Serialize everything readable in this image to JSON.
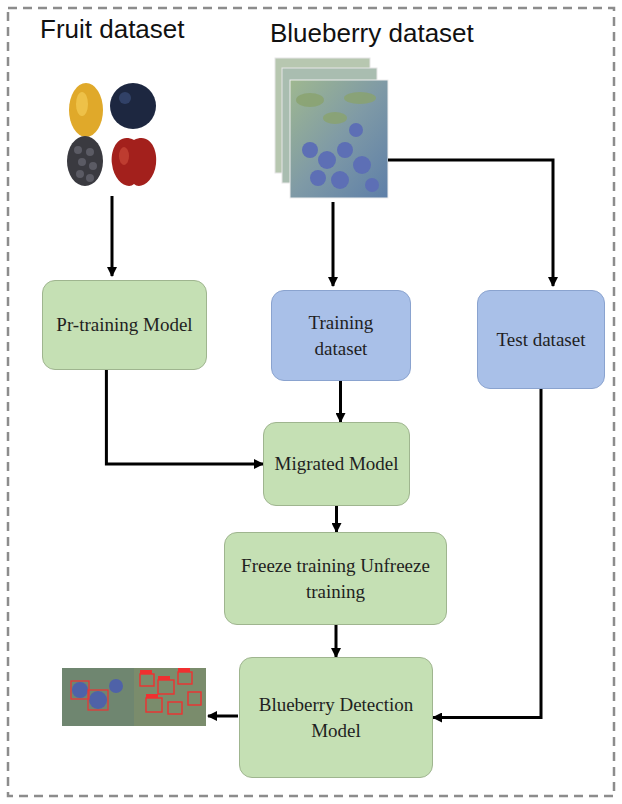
{
  "diagram": {
    "nodes": [
      {
        "text": [
          "Pr-training Model"
        ]
      },
      {
        "text": [
          "Training dataset"
        ]
      },
      {
        "text": [
          "Test dataset"
        ]
      },
      {
        "text": [
          "Migrated Model"
        ]
      },
      {
        "text": [
          "Freeze training Unfreeze training"
        ]
      },
      {
        "text": [
          "Blueberry Detection Model"
        ]
      }
    ],
    "edges": [
      {
        "from": 0,
        "to": 3,
        "arrow": "to"
      },
      {
        "from": 1,
        "to": 3,
        "arrow": "to"
      },
      {
        "from": 3,
        "to": 4,
        "arrow": "to"
      },
      {
        "from": 4,
        "to": 5,
        "arrow": "to"
      },
      {
        "from": 2,
        "to": 5,
        "arrow": "to"
      }
    ],
    "labels": [
      "Fruit dataset",
      "Blueberry dataset"
    ]
  }
}
